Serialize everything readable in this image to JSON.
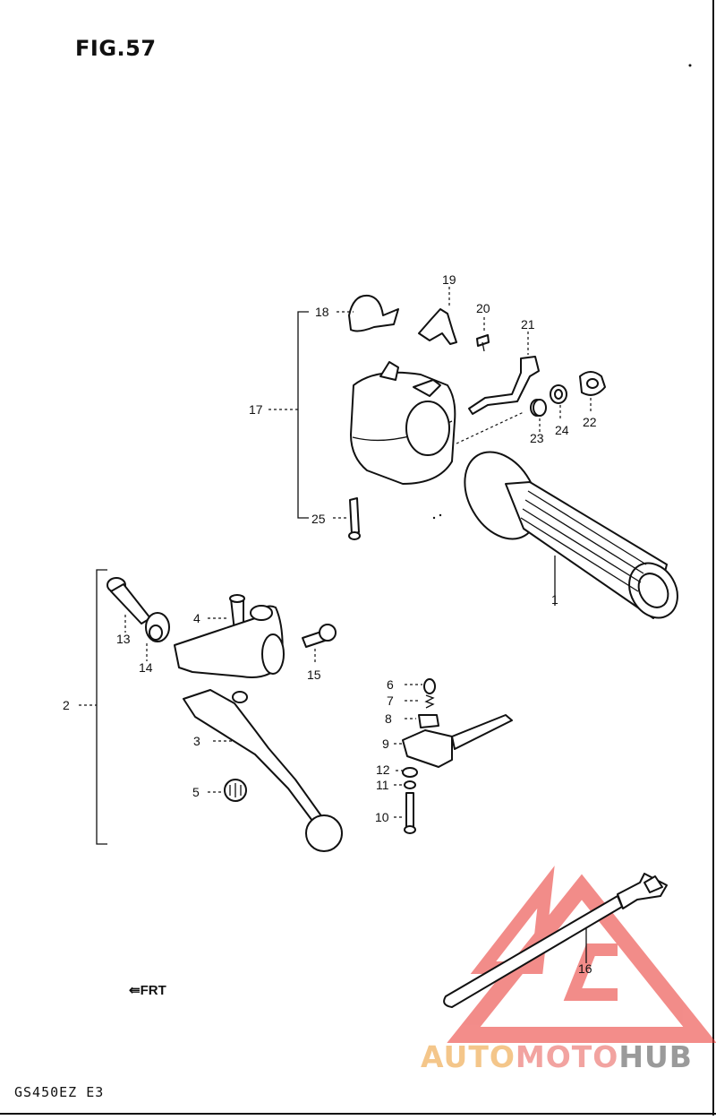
{
  "figure": {
    "title": "FIG.57",
    "model_code": "GS450EZ E3",
    "front_mark": "⇚FRT"
  },
  "watermark": {
    "part1": "AUTO",
    "part2": "MOTO",
    "part3": "HUB",
    "logo_letters": "AMH",
    "color_red": "#e9302a",
    "color_orange": "#f2a03c",
    "color_gray": "#8a8a8a"
  },
  "callouts": [
    {
      "id": "c17",
      "label": "17"
    },
    {
      "id": "c18",
      "label": "18"
    },
    {
      "id": "c19",
      "label": "19"
    },
    {
      "id": "c20",
      "label": "20"
    },
    {
      "id": "c21",
      "label": "21"
    },
    {
      "id": "c22",
      "label": "22"
    },
    {
      "id": "c23",
      "label": "23"
    },
    {
      "id": "c24",
      "label": "24"
    },
    {
      "id": "c25",
      "label": "25"
    },
    {
      "id": "c1",
      "label": "1"
    },
    {
      "id": "c2",
      "label": "2"
    },
    {
      "id": "c3",
      "label": "3"
    },
    {
      "id": "c4",
      "label": "4"
    },
    {
      "id": "c5",
      "label": "5"
    },
    {
      "id": "c13",
      "label": "13"
    },
    {
      "id": "c14",
      "label": "14"
    },
    {
      "id": "c15",
      "label": "15"
    },
    {
      "id": "c6",
      "label": "6"
    },
    {
      "id": "c7",
      "label": "7"
    },
    {
      "id": "c8",
      "label": "8"
    },
    {
      "id": "c9",
      "label": "9"
    },
    {
      "id": "c10",
      "label": "10"
    },
    {
      "id": "c11",
      "label": "11"
    },
    {
      "id": "c12",
      "label": "12"
    },
    {
      "id": "c16",
      "label": "16"
    }
  ]
}
